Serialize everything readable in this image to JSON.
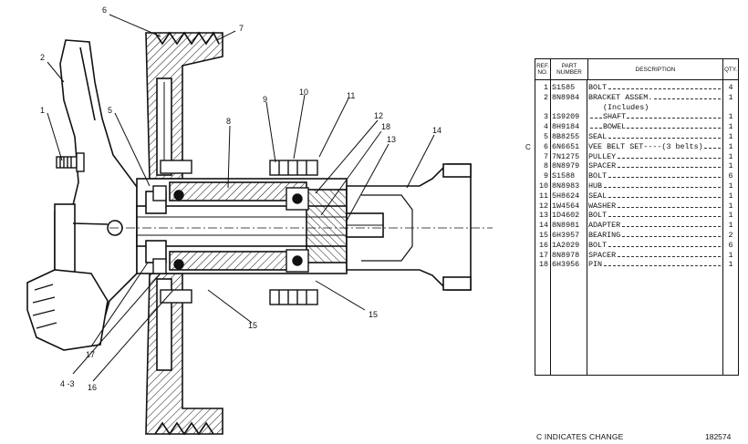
{
  "diagram": {
    "callouts": [
      "6",
      "7",
      "2",
      "1",
      "5",
      "8",
      "9",
      "10",
      "11",
      "12",
      "18",
      "13",
      "14",
      "17",
      "4 -3",
      "16",
      "15",
      "15"
    ]
  },
  "table": {
    "headers": {
      "ref": "REF. NO.",
      "part": "PART NUMBER",
      "description": "DESCRIPTION",
      "qty": "QTY."
    },
    "rows": [
      {
        "ref": "1",
        "part": "S1585",
        "desc": "BOLT",
        "qty": "4",
        "indent": false,
        "lead": true
      },
      {
        "ref": "2",
        "part": "8N8984",
        "desc": "BRACKET ASSEM.",
        "qty": "1",
        "indent": false,
        "lead": true
      },
      {
        "ref": "",
        "part": "",
        "desc": "(Includes)",
        "qty": "",
        "indent": true,
        "lead": false
      },
      {
        "ref": "3",
        "part": "1S9209",
        "desc": "SHAFT",
        "qty": "1",
        "indent": true,
        "lead": true
      },
      {
        "ref": "4",
        "part": "8H9184",
        "desc": "BOWEL",
        "qty": "1",
        "indent": true,
        "lead": true
      },
      {
        "ref": "5",
        "part": "8B8255",
        "desc": "SEAL",
        "qty": "1",
        "indent": false,
        "lead": true
      },
      {
        "ref": "6",
        "part": "6N6651",
        "desc": "VEE BELT SET----(3 belts)",
        "qty": "1",
        "indent": false,
        "lead": true
      },
      {
        "ref": "7",
        "part": "7N1275",
        "desc": "PULLEY",
        "qty": "1",
        "indent": false,
        "lead": true
      },
      {
        "ref": "8",
        "part": "8N8979",
        "desc": "SPACER",
        "qty": "1",
        "indent": false,
        "lead": true
      },
      {
        "ref": "9",
        "part": "S1588",
        "desc": "BOLT",
        "qty": "6",
        "indent": false,
        "lead": true
      },
      {
        "ref": "10",
        "part": "8N8983",
        "desc": "HUB",
        "qty": "1",
        "indent": false,
        "lead": true
      },
      {
        "ref": "11",
        "part": "5H8624",
        "desc": "SEAL",
        "qty": "1",
        "indent": false,
        "lead": true
      },
      {
        "ref": "12",
        "part": "1W4564",
        "desc": "WASHER",
        "qty": "1",
        "indent": false,
        "lead": true
      },
      {
        "ref": "13",
        "part": "1D4602",
        "desc": "BOLT",
        "qty": "1",
        "indent": false,
        "lead": true
      },
      {
        "ref": "14",
        "part": "8N8981",
        "desc": "ADAPTER",
        "qty": "1",
        "indent": false,
        "lead": true
      },
      {
        "ref": "15",
        "part": "6H3957",
        "desc": "BEARING",
        "qty": "2",
        "indent": false,
        "lead": true
      },
      {
        "ref": "16",
        "part": "1A2029",
        "desc": "BOLT",
        "qty": "6",
        "indent": false,
        "lead": true
      },
      {
        "ref": "17",
        "part": "8N8978",
        "desc": "SPACER",
        "qty": "1",
        "indent": false,
        "lead": true
      },
      {
        "ref": "18",
        "part": "6H3956",
        "desc": "PIN",
        "qty": "1",
        "indent": false,
        "lead": true
      }
    ]
  },
  "change_mark": "C",
  "footer_note": "C INDICATES CHANGE",
  "figure_number": "182574"
}
